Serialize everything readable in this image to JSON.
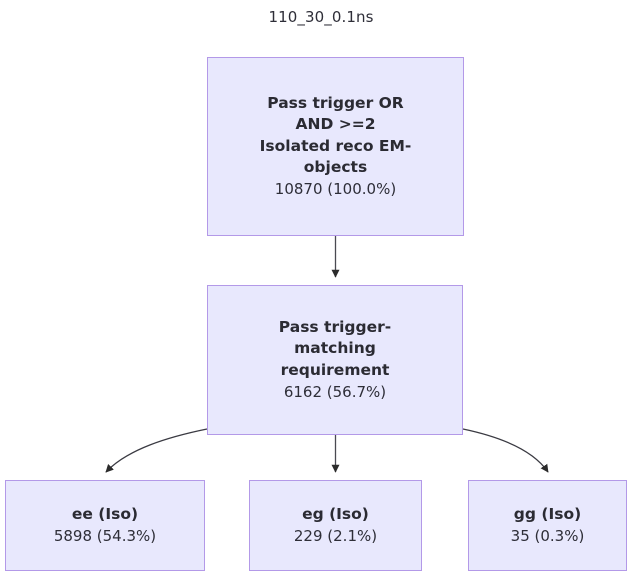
{
  "diagram": {
    "title": "110_30_0.1ns",
    "type": "flowchart",
    "colors": {
      "node_fill": "#e8e8fd",
      "node_border": "#b399e8",
      "text": "#2e2e38",
      "edge": "#333333",
      "background": "#ffffff"
    },
    "nodes": [
      {
        "id": "root",
        "label": "Pass trigger OR\nAND >=2\nIsolated reco EM-\nobjects",
        "count": "10870 (100.0%)"
      },
      {
        "id": "match",
        "label": "Pass trigger-\nmatching\nrequirement",
        "count": "6162 (56.7%)"
      },
      {
        "id": "ee",
        "label": "ee (Iso)",
        "count": "5898 (54.3%)"
      },
      {
        "id": "eg",
        "label": "eg (Iso)",
        "count": "229 (2.1%)"
      },
      {
        "id": "gg",
        "label": "gg (Iso)",
        "count": "35 (0.3%)"
      }
    ],
    "edges": [
      {
        "from": "root",
        "to": "match",
        "style": "straight-arrow"
      },
      {
        "from": "match",
        "to": "ee",
        "style": "curved-arrow"
      },
      {
        "from": "match",
        "to": "eg",
        "style": "straight-arrow"
      },
      {
        "from": "match",
        "to": "gg",
        "style": "curved-arrow"
      }
    ]
  }
}
